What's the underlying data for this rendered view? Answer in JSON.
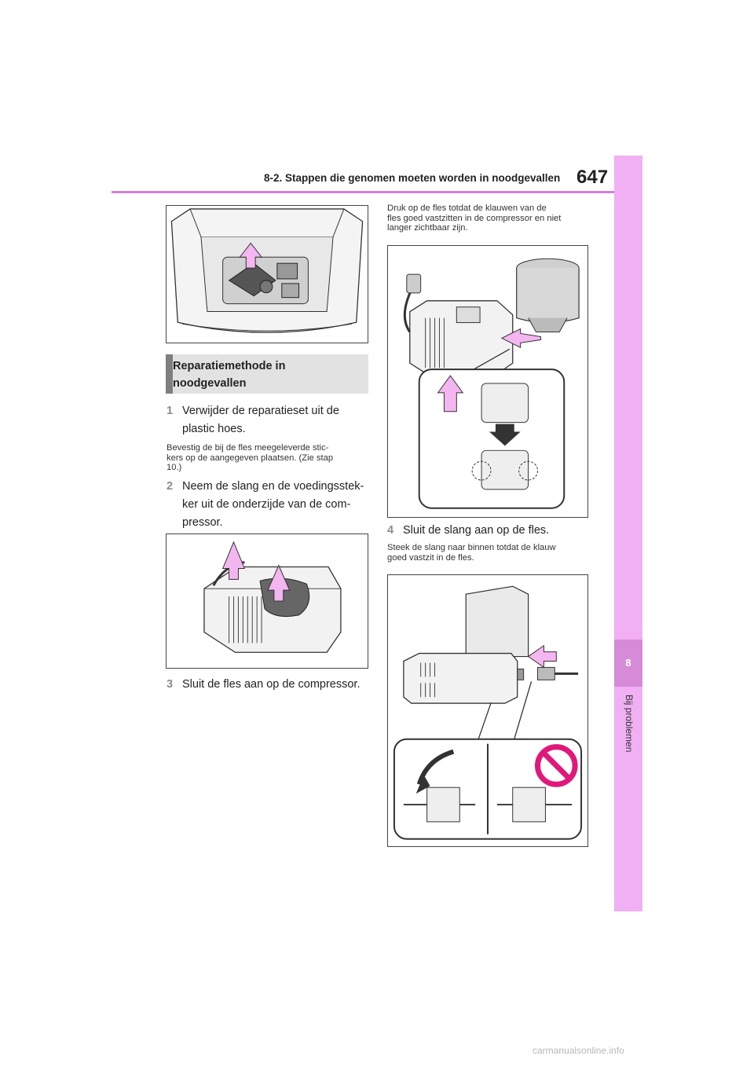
{
  "header": {
    "title": "8-2. Stappen die genomen moeten worden in noodgevallen",
    "page_number": "647"
  },
  "side_tab": {
    "chapter": "8",
    "label": "Bij problemen"
  },
  "section": {
    "title_line1": "Reparatiemethode in",
    "title_line2": "noodgevallen"
  },
  "steps": [
    {
      "num": "1",
      "line1": "Verwijder de reparatieset uit de",
      "line2": "plastic hoes."
    },
    {
      "num": "2",
      "line1": "Neem de slang en de voedingsstek-",
      "line2": "ker uit de onderzijde van de com-",
      "line3": "pressor."
    },
    {
      "num": "3",
      "line1": "Sluit de fles aan op de compressor."
    },
    {
      "num": "4",
      "line1": "Sluit de slang aan op de fles."
    }
  ],
  "notes": {
    "step1": {
      "line1": "Bevestig de bij de fles meegeleverde stic-",
      "line2": "kers op de aangegeven plaatsen. (Zie stap",
      "line3": "10.)"
    },
    "step3": {
      "line1": "Druk op de fles totdat de klauwen van de",
      "line2": "fles goed vastzitten in de compressor en niet",
      "line3": "langer zichtbaar zijn."
    },
    "step4": {
      "line1": "Steek de slang naar binnen totdat de klauw",
      "line2": "goed vastzit in de fles."
    }
  },
  "colors": {
    "accent": "#d47fd9",
    "tab": "#f0b0f3",
    "arrow": "#f4b6f0",
    "prohibit": "#e0187a"
  },
  "footer": {
    "watermark": "carmanualsonline.info"
  }
}
